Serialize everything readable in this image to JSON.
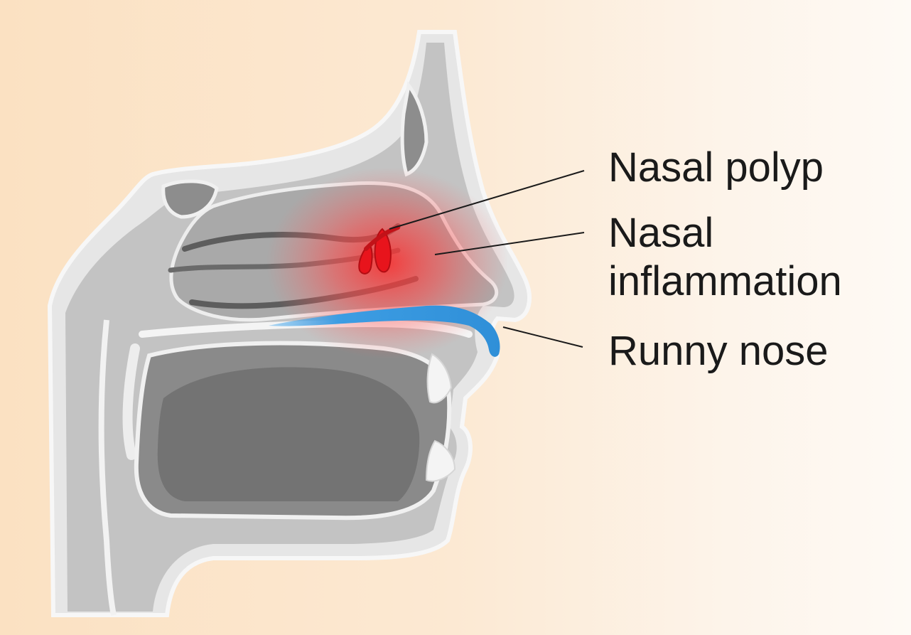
{
  "labels": {
    "nasal_polyp": "Nasal polyp",
    "nasal_inflammation_line1": "Nasal",
    "nasal_inflammation_line2": "inflammation",
    "runny_nose": "Runny nose"
  },
  "colors": {
    "background_left": "#fbe1c2",
    "background_right": "#fefaf5",
    "tissue_outline": "#f2f2f2",
    "tissue_mid": "#b4b4b4",
    "cavity_dark": "#6f6f6f",
    "polyp_red": "#e8141c",
    "inflammation_glow": "#ff3b3b",
    "mucus_blue": "#3b9be0",
    "leader_line": "#1a1a1a"
  }
}
